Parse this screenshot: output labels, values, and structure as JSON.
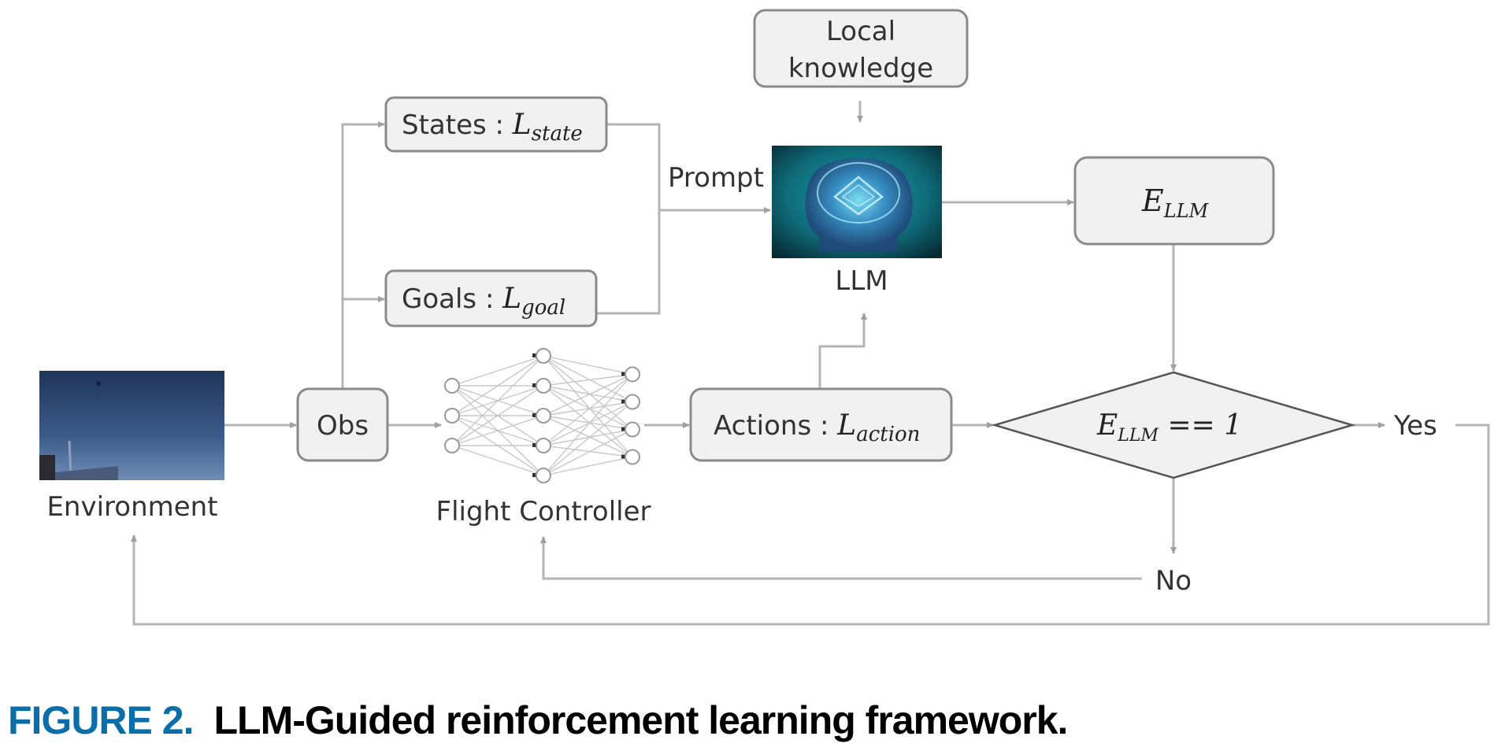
{
  "figure": {
    "label": "FIGURE 2.",
    "caption": "LLM-Guided reinforcement learning framework.",
    "label_color": "#0b6ea8"
  },
  "nodes": {
    "environment": {
      "label": "Environment",
      "icon": "sky-photo-image"
    },
    "obs": {
      "label": "Obs"
    },
    "states": {
      "label": "States : ",
      "math": "L",
      "sub": "state"
    },
    "goals": {
      "label": "Goals : ",
      "math": "L",
      "sub": "goal"
    },
    "local_knowledge": {
      "line1": "Local",
      "line2": "knowledge"
    },
    "prompt": {
      "label": "Prompt"
    },
    "llm": {
      "label": "LLM",
      "icon": "brain-image"
    },
    "e_llm": {
      "math": "E",
      "sub": "LLM"
    },
    "flight_controller": {
      "label": "Flight Controller",
      "icon": "neural-network-icon",
      "layers": [
        3,
        5,
        4
      ]
    },
    "actions": {
      "label": "Actions : ",
      "math": "L",
      "sub": "action"
    },
    "decision": {
      "math": "E",
      "sub": "LLM",
      "rest": " == 1"
    },
    "yes": {
      "label": "Yes"
    },
    "no": {
      "label": "No"
    }
  }
}
